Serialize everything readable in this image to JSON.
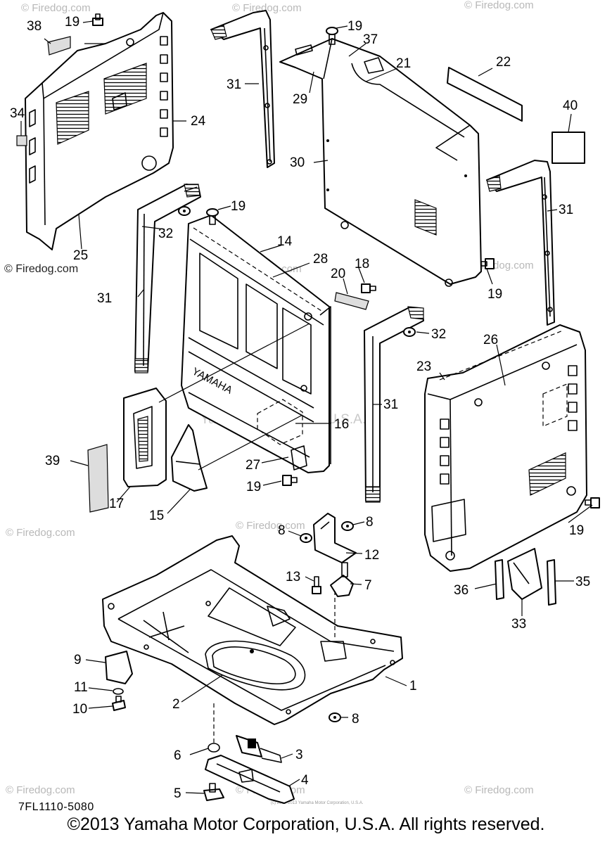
{
  "diagram": {
    "drawing_code": "7FL1110-5080",
    "watermarks": {
      "site_faint": "© Firedog.com",
      "site_dark": "© Firedog.com",
      "center": "Yamaha Motor Corp. U.S.A.",
      "tiny": "(c) 2000-2013 Yamaha Motor Corporation, U.S.A."
    },
    "embossed_text": "YAMAHA",
    "callouts": [
      "1",
      "2",
      "3",
      "4",
      "5",
      "6",
      "7",
      "8",
      "9",
      "10",
      "11",
      "12",
      "13",
      "14",
      "15",
      "16",
      "17",
      "18",
      "19",
      "20",
      "21",
      "22",
      "23",
      "24",
      "25",
      "26",
      "27",
      "28",
      "29",
      "30",
      "31",
      "32",
      "33",
      "34",
      "35",
      "36",
      "37",
      "38",
      "39",
      "40"
    ]
  },
  "footer": {
    "copyright": "©2013 Yamaha Motor Corporation, U.S.A. All rights reserved."
  }
}
